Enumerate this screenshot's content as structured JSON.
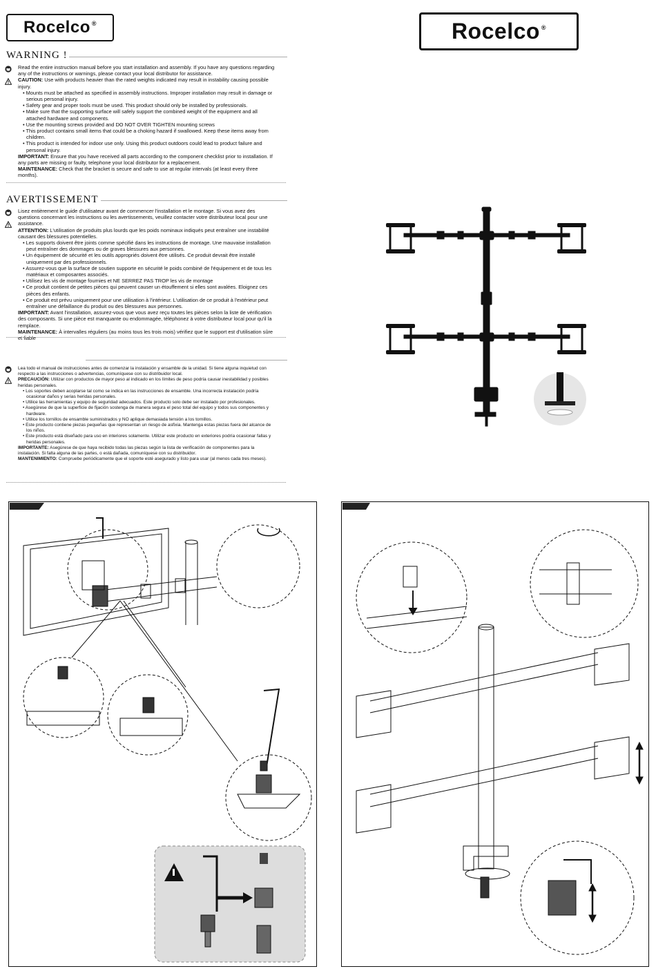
{
  "brand": {
    "name": "Rocelco",
    "registered": "®"
  },
  "warning_en": {
    "title": "WARNING !",
    "lines": [
      {
        "bold": "",
        "text": "Read the entire instruction manual before you start installation and assembly. If you have any questions regarding any of the instructions or warnings, please contact your local distributor for assistance."
      },
      {
        "bold": "CAUTION:",
        "text": " Use with products heavier than the rated weights indicated may result in instability causing possible injury."
      },
      {
        "bold": "",
        "text": "• Mounts must be attached as specified in assembly instructions. Improper installation may result in damage or serious personal injury."
      },
      {
        "bold": "",
        "text": "• Safety gear and proper tools must be used. This product should only be installed by professionals."
      },
      {
        "bold": "",
        "text": "• Make sure that the supporting surface will safely support the combined weight of the equipment and all attached hardware and components."
      },
      {
        "bold": "",
        "text": "• Use the mounting screws provided and DO NOT OVER TIGHTEN mounting screws"
      },
      {
        "bold": "",
        "text": "• This product contains small items that could be a choking hazard if swallowed. Keep these items away from children."
      },
      {
        "bold": "",
        "text": "• This product is intended for indoor use only. Using this product outdoors could lead to product failure and personal injury."
      },
      {
        "bold": "IMPORTANT:",
        "text": " Ensure that you have received all parts according to the component checklist prior to installation. If any parts are missing or faulty, telephone your local distributor for a replacement."
      },
      {
        "bold": "MAINTENANCE:",
        "text": " Check that the bracket is secure and safe to use at regular intervals (at least every three months)."
      }
    ]
  },
  "warning_fr": {
    "title": "AVERTISSEMENT",
    "lines": [
      {
        "bold": "",
        "text": "Lisez entièrement le guide d'utilisateur avant de commencer l'installation et le montage. Si vous avez des questions concernant les instructions ou les avertissements, veuillez contacter votre distributeur local pour une assistance."
      },
      {
        "bold": "ATTENTION:",
        "text": " L'utilisation de produits plus lourds que les poids nominaux indiqués peut entraîner une instabilité causant des blessures potentielles."
      },
      {
        "bold": "",
        "text": "• Les supports doivent être joints comme spécifié dans les instructions de montage. Une mauvaise installation peut entraîner des dommages ou de graves blessures aux personnes."
      },
      {
        "bold": "",
        "text": "• Un équipement de sécurité et les outils appropriés doivent être utilisés. Ce produit devrait être installé uniquement par des professionnels."
      },
      {
        "bold": "",
        "text": "• Assurez-vous que la surface de soutien supporte en sécurité le poids combiné de l'équipement et de tous les matériaux et composantes associés."
      },
      {
        "bold": "",
        "text": "• Utilisez les vis de montage fournies et NE SERREZ PAS TROP les vis de montage"
      },
      {
        "bold": "",
        "text": "• Ce produit contient de petites pièces qui peuvent causer un étouffement si elles sont avalées. Eloignez ces pièces des enfants."
      },
      {
        "bold": "",
        "text": "• Ce produit est prévu uniquement pour une utilisation à l'intérieur. L'utilisation de ce produit à l'extérieur peut entraîner une défaillance du produit ou des blessures aux personnes."
      },
      {
        "bold": "IMPORTANT:",
        "text": " Avant l'installation, assurez-vous que vous avez reçu toutes les pièces selon la liste de vérification des composants. Si une pièce est manquante ou endommagée, téléphonez à votre distributeur local pour qu'il la remplace."
      },
      {
        "bold": "MAINTENANCE:",
        "text": " À intervalles réguliers (au moins tous les trois mois) vérifiez que le support est d'utilisation sûre et fiable"
      }
    ]
  },
  "warning_es": {
    "lines": [
      {
        "bold": "",
        "text": "Lea todo el manual de instrucciones antes de comenzar la instalación y ensamble de la unidad. Si tiene alguna inquietud con respecto a las instrucciones o advertencias, comuníquese con su distribuidor local."
      },
      {
        "bold": "PRECAUCIÓN:",
        "text": " Utilizar con productos de mayor peso al indicado en los límites de peso podría causar inestabilidad y posibles heridas personales."
      },
      {
        "bold": "",
        "text": "• Los soportes deben acoplarse tal como se indica en las instrucciones de ensamble. Una incorrecta instalación podría ocasionar daños y serias heridas personales."
      },
      {
        "bold": "",
        "text": "• Utilice las herramientas y equipo de seguridad adecuados. Este producto solo debe ser instalado por profesionales."
      },
      {
        "bold": "",
        "text": "• Asegúrese de que la superficie de fijación sostenga de manera segura el peso total del equipo y todos sus componentes y hardware."
      },
      {
        "bold": "",
        "text": "• Utilice los tornillos de ensamble suministrados y NO aplique demasiada tensión a los tornillos."
      },
      {
        "bold": "",
        "text": "• Este producto contiene piezas pequeñas que representan un riesgo de asfixia. Mantenga estas piezas fuera del alcance de los niños."
      },
      {
        "bold": "",
        "text": "• Este producto está diseñado para uso en interiores solamente. Utilizar este producto en exteriores podría ocasionar fallas y heridas personales."
      },
      {
        "bold": "IMPORTANTE:",
        "text": " Asegúrese de que haya recibido todas las piezas según la lista de verificación de componentes para la instalación. Si falta alguna de las partes, o está dañada, comuníquese con su distribuidor."
      },
      {
        "bold": "MANTENIMIENTO:",
        "text": " Compruebe periódicamente que el soporte esté asegurado y listo para usar (al menos cada tres meses)."
      }
    ]
  },
  "icons": [
    "book-icon",
    "warning-triangle-icon",
    "monitor-mount-icon",
    "clamp-icon",
    "allen-key-icon",
    "rotate-arrow-icon",
    "screw-icon",
    "knob-icon",
    "cable-clip-icon"
  ]
}
